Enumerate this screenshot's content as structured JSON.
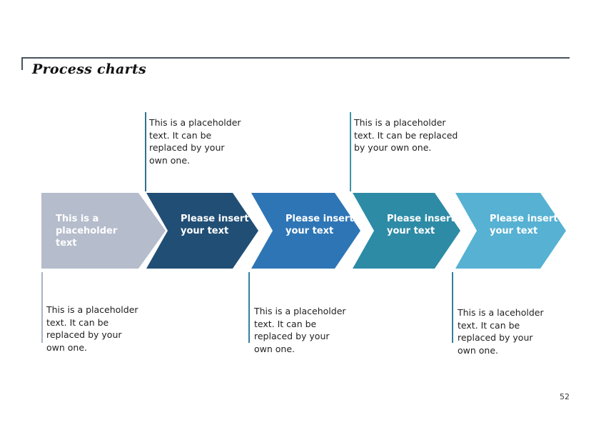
{
  "header": {
    "title": "Process charts"
  },
  "top_notes": [
    {
      "text": "This is a placeholder\ntext. It can be\nreplaced by your\nown one.",
      "line_color": "#33708f"
    },
    {
      "text": "This is a placeholder\ntext. It can be replaced\nby your own one.",
      "line_color": "#3f93ad"
    }
  ],
  "process_steps": [
    {
      "label": "This is a\nplaceholder\ntext",
      "color": "#b5bccb",
      "text_color": "#ffffff"
    },
    {
      "label": "Please insert\nyour text",
      "color": "#214e75",
      "text_color": "#ffffff"
    },
    {
      "label": "Please insert\nyour text",
      "color": "#2e75b6",
      "text_color": "#ffffff"
    },
    {
      "label": "Please insert\nyour text",
      "color": "#2d8ba6",
      "text_color": "#ffffff"
    },
    {
      "label": "Please insert\nyour text",
      "color": "#56b1d3",
      "text_color": "#ffffff"
    }
  ],
  "bottom_notes": [
    {
      "text": "This is a placeholder\ntext. It can be\nreplaced by your\nown one.",
      "line_color": "#abb2c0"
    },
    {
      "text": "This is a placeholder\ntext. It can be\nreplaced by your\nown one.",
      "line_color": "#35809b"
    },
    {
      "text": "This is a laceholder\ntext. It can be\nreplaced by your\nown one.",
      "line_color": "#35809b"
    }
  ],
  "footer": {
    "page_number": "52"
  },
  "colors": {
    "header_rule": "#4a5360",
    "background": "#ffffff"
  }
}
